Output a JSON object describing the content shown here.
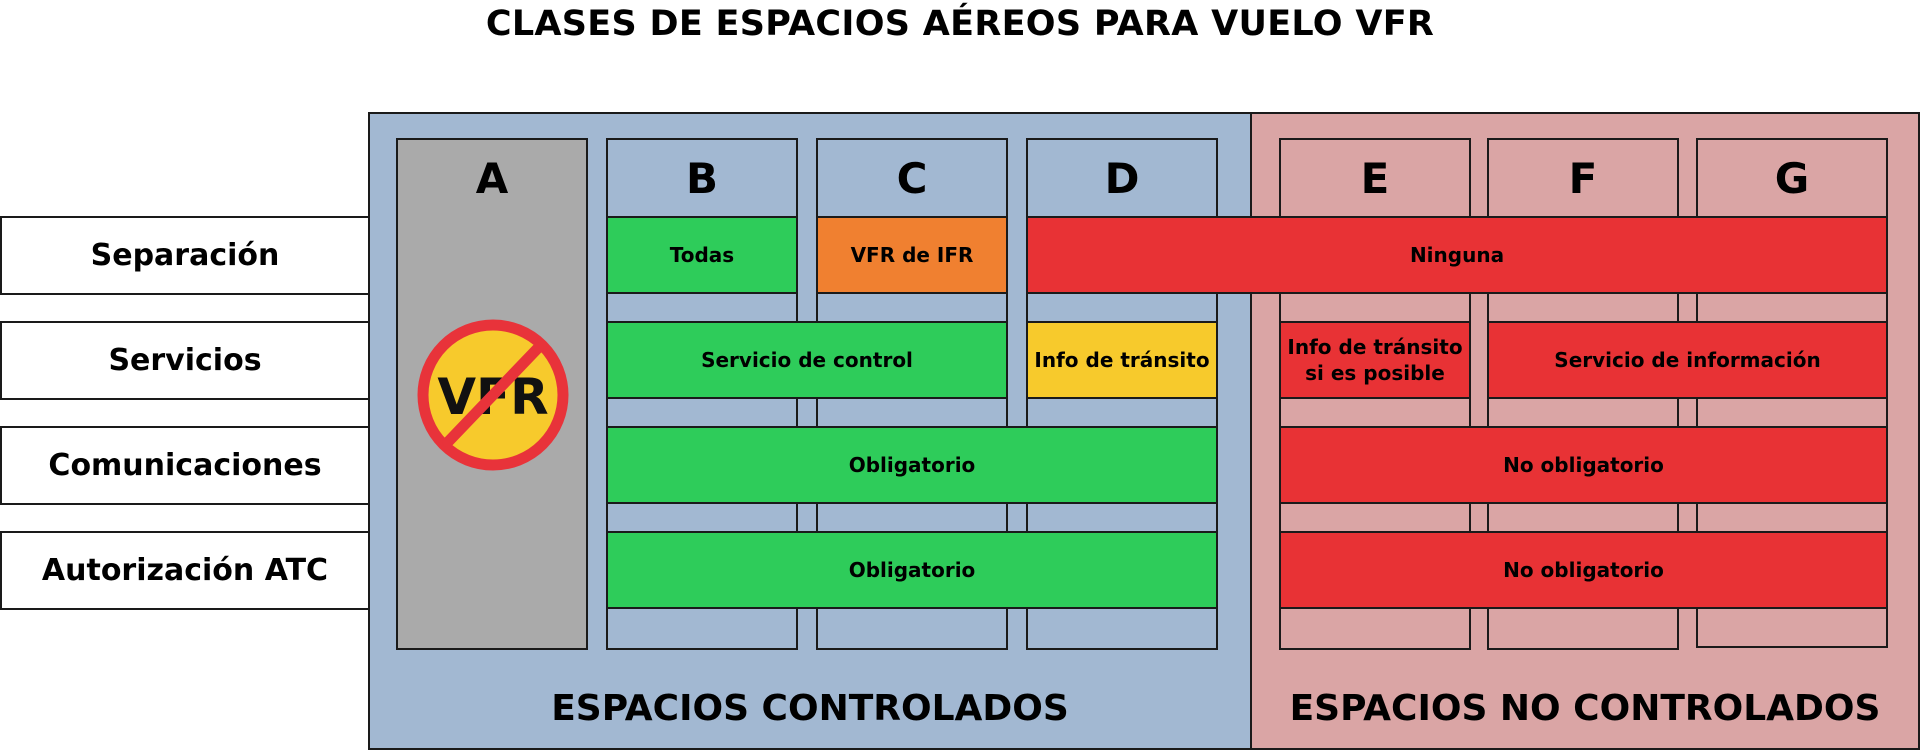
{
  "title": "CLASES DE ESPACIOS AÉREOS PARA VUELO VFR",
  "regions": {
    "controlled": "ESPACIOS CONTROLADOS",
    "uncontrolled": "ESPACIOS NO CONTROLADOS"
  },
  "classes": [
    "A",
    "B",
    "C",
    "D",
    "E",
    "F",
    "G"
  ],
  "row_labels": [
    "Separación",
    "Servicios",
    "Comunicaciones",
    "Autorización ATC"
  ],
  "separacion": {
    "b": "Todas",
    "c": "VFR de IFR",
    "d_g": "Ninguna"
  },
  "servicios": {
    "b_c": "Servicio de control",
    "d": "Info de tránsito",
    "e_line1": "Info de tránsito",
    "e_line2": "si es posible",
    "f_g": "Servicio de información"
  },
  "comunicaciones": {
    "controlled": "Obligatorio",
    "uncontrolled": "No obligatorio"
  },
  "autorizacion": {
    "controlled": "Obligatorio",
    "uncontrolled": "No obligatorio"
  },
  "no_vfr_badge": "VFR",
  "colors": {
    "controlled_bg": "#a2b8d2",
    "uncontrolled_bg": "#daa5a5",
    "class_a_bg": "#aaaaaa",
    "green": "#2ecc5a",
    "orange": "#f08030",
    "red": "#e83235",
    "yellow": "#f7ca2c"
  }
}
